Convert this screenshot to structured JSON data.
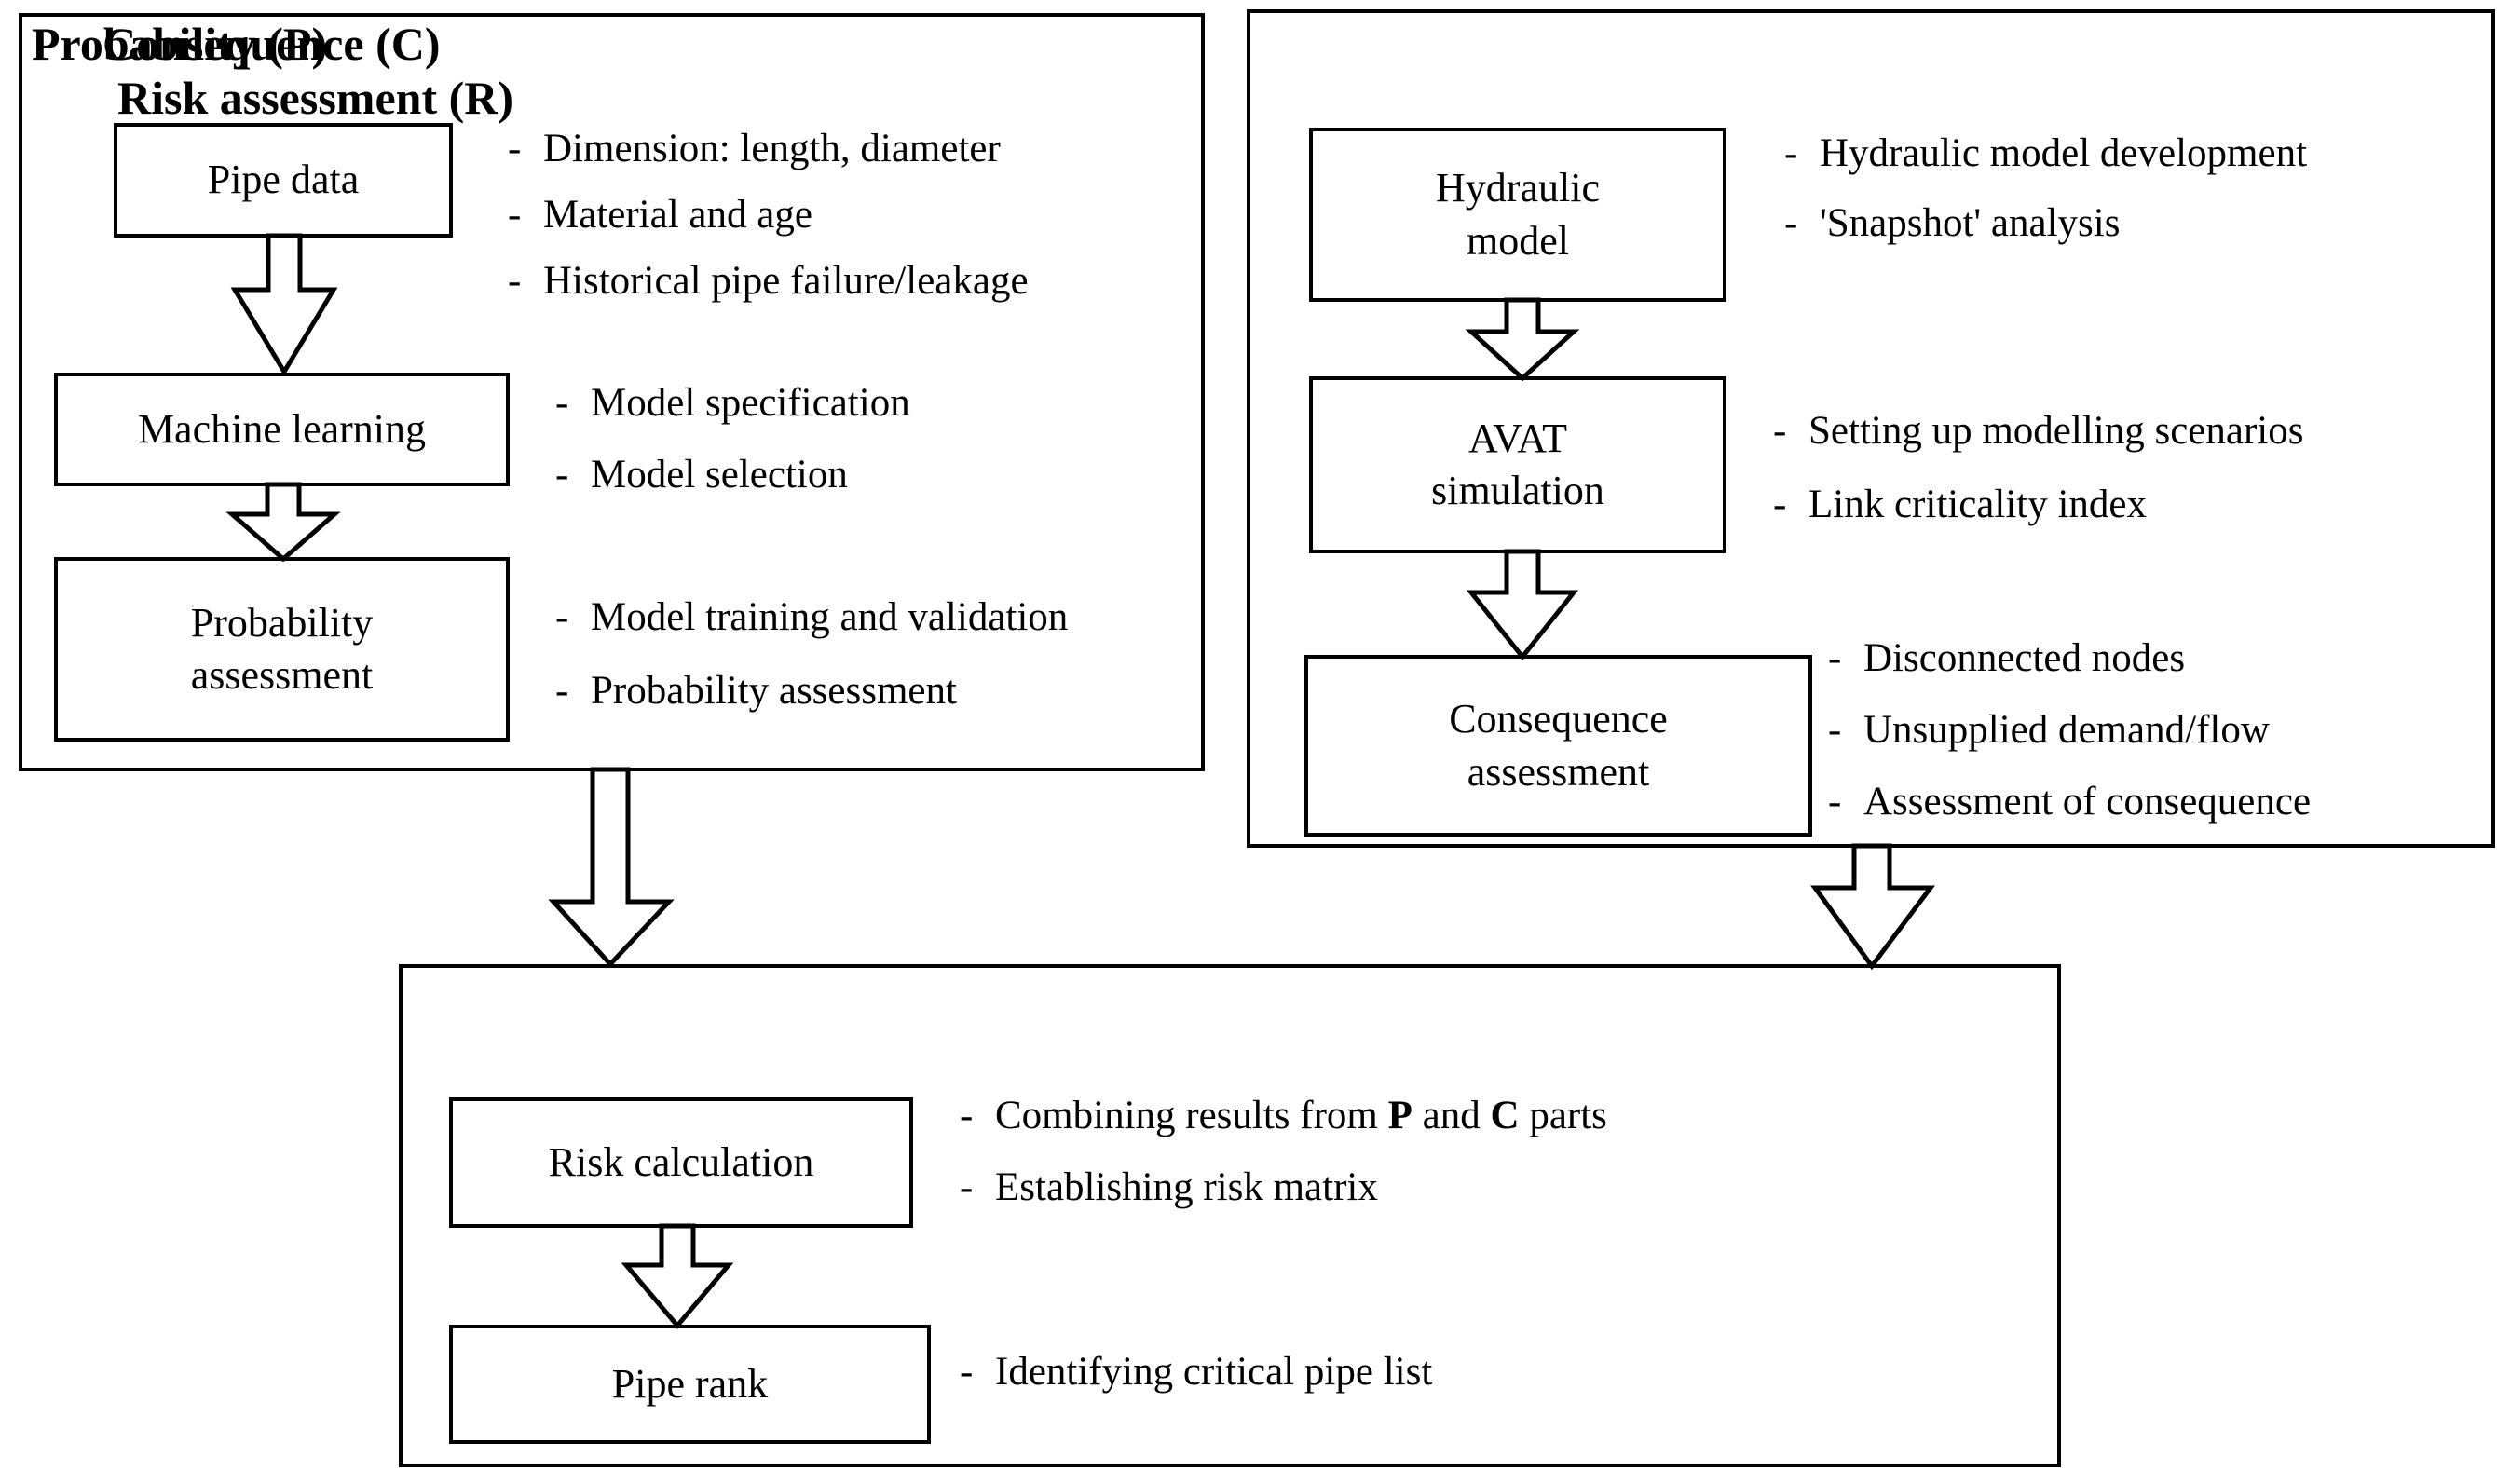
{
  "diagram": {
    "title_probability": "Probability (P)",
    "title_consequence": "Consequence (C)",
    "title_risk": "Risk assessment (R)",
    "bullet_marker": "-"
  },
  "probability": {
    "boxes": [
      {
        "label": "Pipe data"
      },
      {
        "label": "Machine learning"
      },
      {
        "label_line1": "Probability",
        "label_line2": "assessment"
      }
    ],
    "bullets_pipe_data": [
      "Dimension: length, diameter",
      "Material and age",
      "Historical pipe failure/leakage"
    ],
    "bullets_machine_learning": [
      "Model specification",
      "Model selection"
    ],
    "bullets_probability_assessment": [
      "Model training and validation",
      "Probability  assessment"
    ]
  },
  "consequence": {
    "boxes": [
      {
        "label_line1": "Hydraulic",
        "label_line2": "model"
      },
      {
        "label_line1": "AVAT",
        "label_line2": "simulation"
      },
      {
        "label_line1": "Consequence",
        "label_line2": "assessment"
      }
    ],
    "bullets_hydraulic_model": [
      "Hydraulic model development",
      "'Snapshot' analysis"
    ],
    "bullets_avat_simulation": [
      "Setting up modelling scenarios",
      "Link criticality index"
    ],
    "bullets_consequence_assessment": [
      "Disconnected nodes",
      "Unsupplied demand/flow",
      "Assessment of consequence"
    ]
  },
  "risk": {
    "boxes": [
      {
        "label": "Risk calculation"
      },
      {
        "label": "Pipe rank"
      }
    ],
    "bullets_risk_calculation_1_pre": "Combining results from ",
    "bullets_risk_calculation_1_b1": "P",
    "bullets_risk_calculation_1_mid": " and ",
    "bullets_risk_calculation_1_b2": "C",
    "bullets_risk_calculation_1_post": " parts",
    "bullets_risk_calculation_2": "Establishing  risk matrix",
    "bullets_pipe_rank": [
      "Identifying  critical pipe list"
    ]
  },
  "colors": {
    "stroke": "#000000",
    "fill": "#ffffff"
  }
}
